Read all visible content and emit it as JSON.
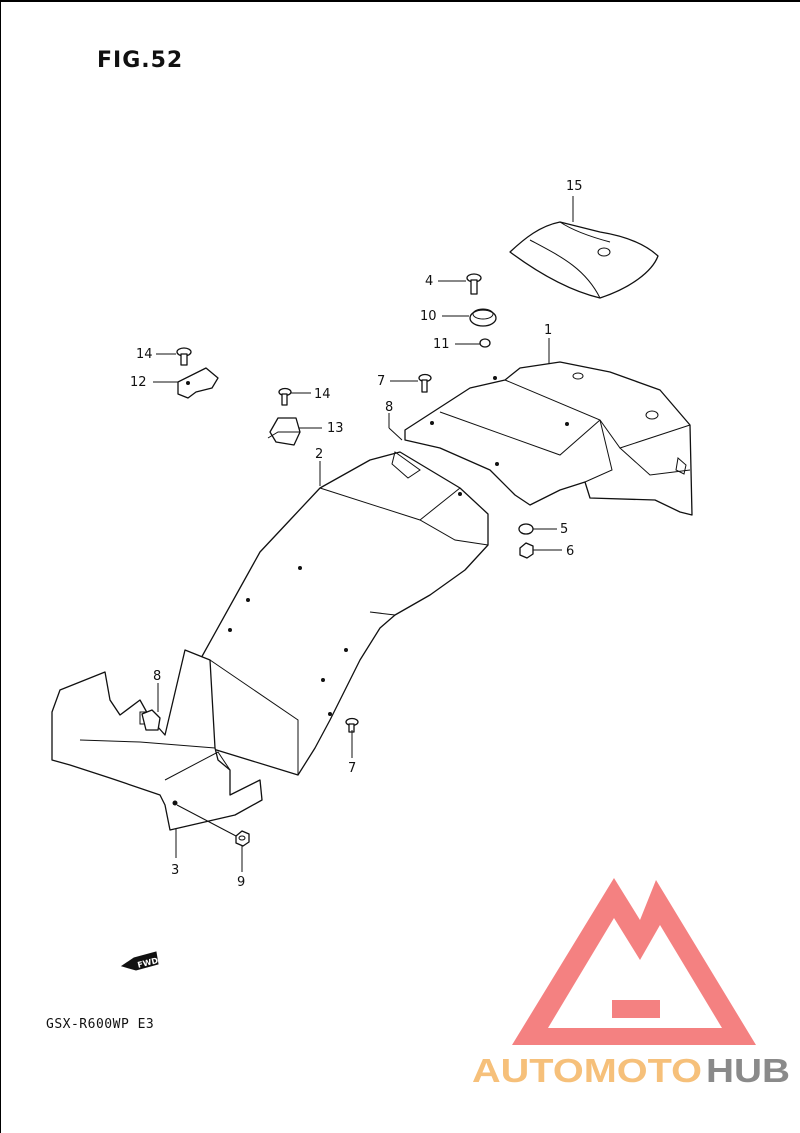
{
  "figure": {
    "title": "FIG.52",
    "model": "GSX-R600WP  E3"
  },
  "fwd_label": "FWD",
  "callouts": {
    "c1": "1",
    "c2": "2",
    "c3": "3",
    "c4": "4",
    "c5": "5",
    "c6": "6",
    "c7a": "7",
    "c7b": "7",
    "c8a": "8",
    "c8b": "8",
    "c9": "9",
    "c10": "10",
    "c11": "11",
    "c12": "12",
    "c13": "13",
    "c14a": "14",
    "c14b": "14",
    "c15": "15"
  },
  "watermark": {
    "part1": "AUTOMOTO",
    "part2": "HUB",
    "colors": {
      "triangle": "#f26b6b",
      "part1": "#f6c07a",
      "part2": "#8a8a8a"
    }
  }
}
